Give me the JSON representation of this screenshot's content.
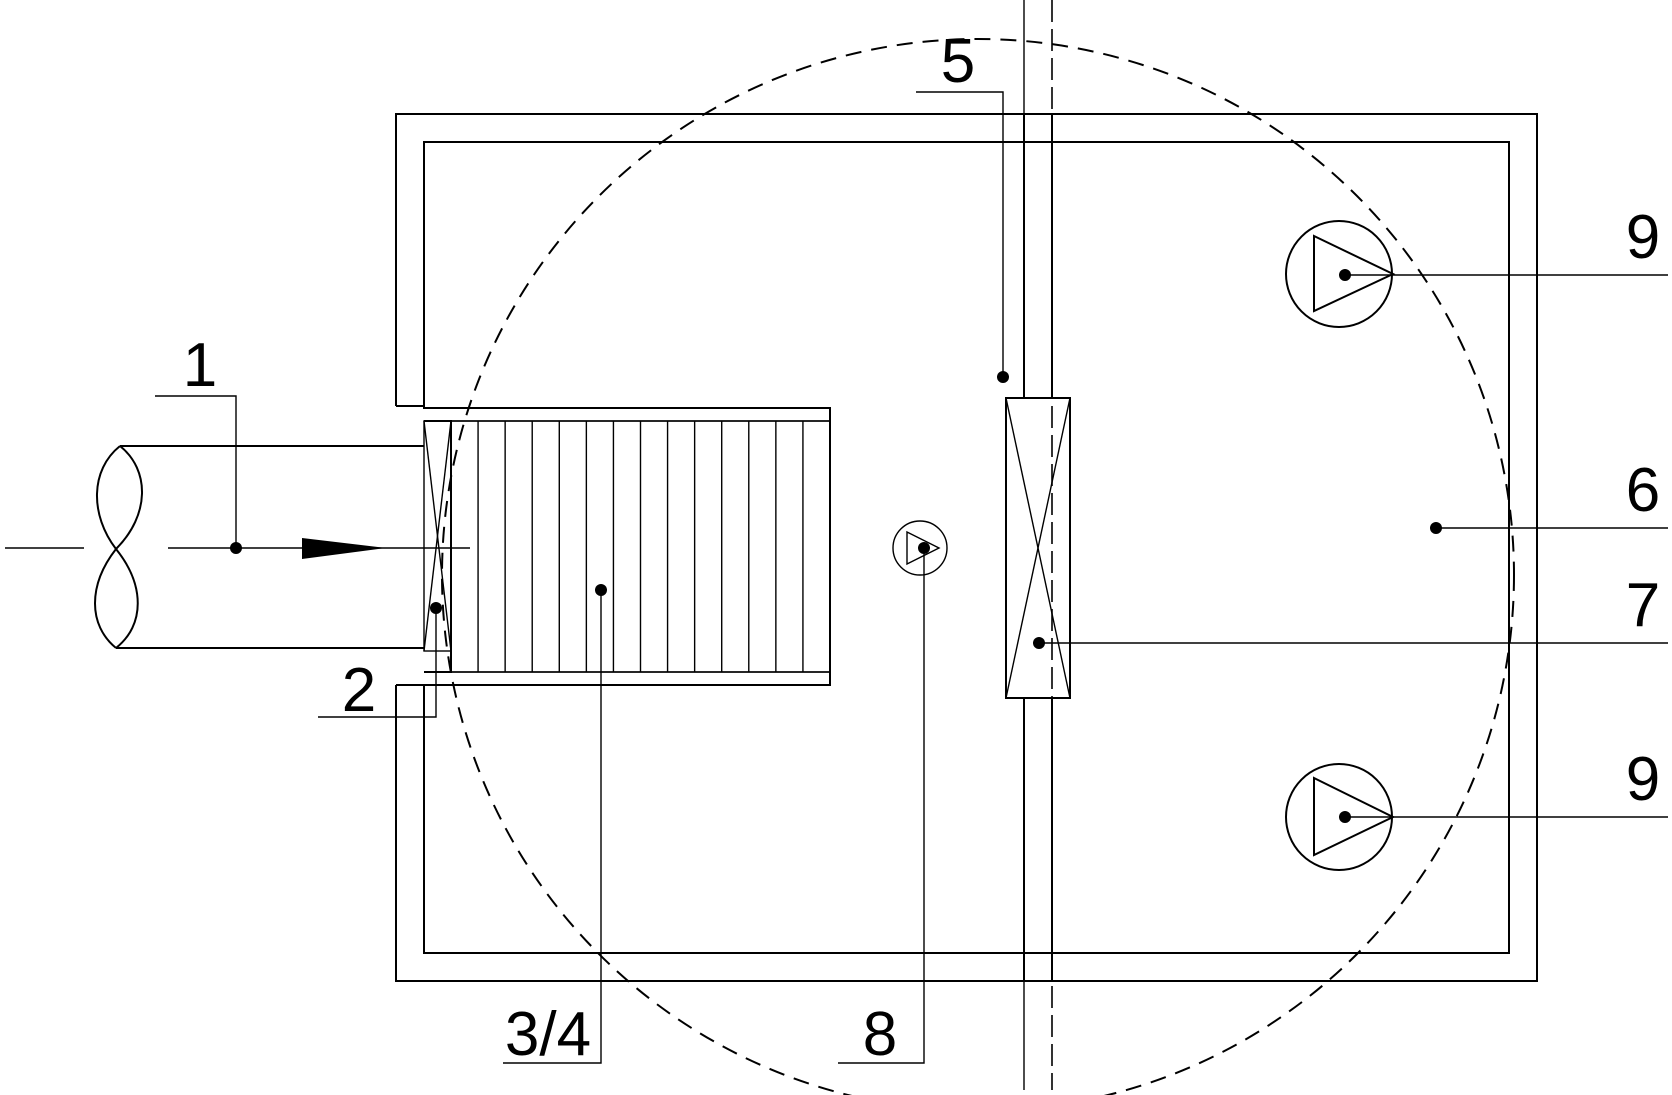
{
  "labels": {
    "l1": "1",
    "l2": "2",
    "l34": "3/4",
    "l5": "5",
    "l6": "6",
    "l7": "7",
    "l8": "8",
    "l9a": "9",
    "l9b": "9"
  }
}
